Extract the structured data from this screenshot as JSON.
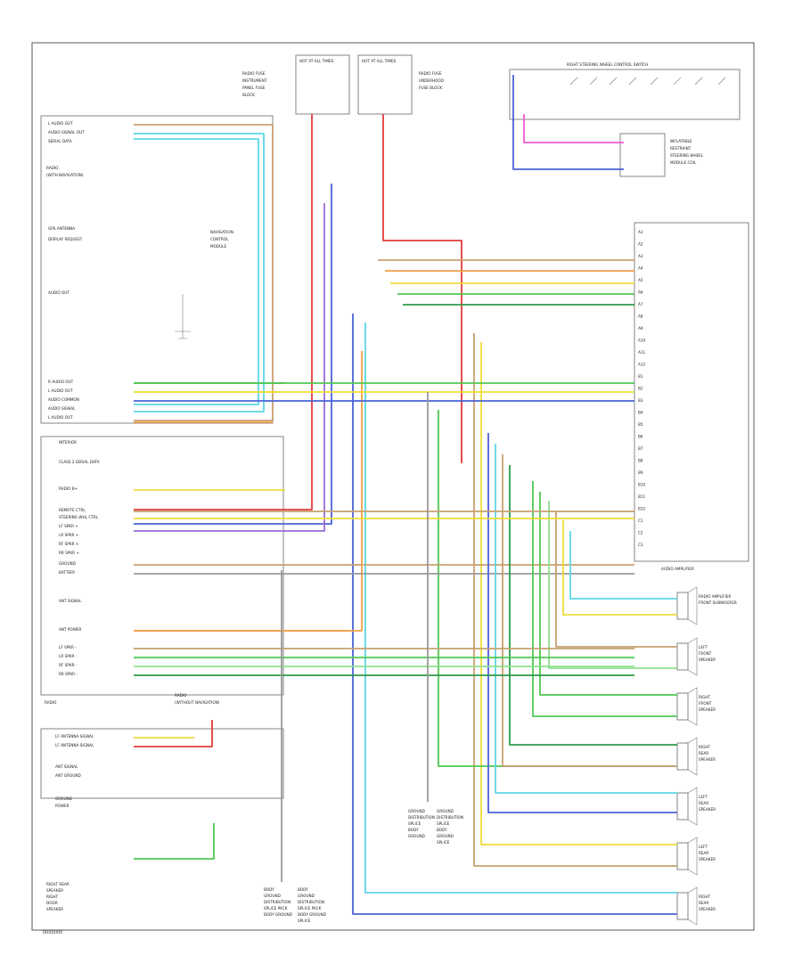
{
  "corner_code": "0000000",
  "top_fuse_blocks": [
    {
      "title": "HOT AT ALL TIMES",
      "side_lines": [
        "RADIO FUSE",
        "INSTRUMENT",
        "PANEL FUSE",
        "BLOCK"
      ]
    },
    {
      "title": "HOT AT ALL TIMES",
      "side_lines": [
        "RADIO FUSE",
        "UNDERHOOD",
        "FUSE BLOCK"
      ]
    }
  ],
  "steering_switch": {
    "title": "RIGHT STEERING WHEEL CONTROL SWITCH",
    "module_lines": [
      "INFLATABLE",
      "RESTRAINT",
      "STEERING WHEEL",
      "MODULE COIL"
    ]
  },
  "left_module": {
    "title_lines": [
      "RADIO",
      "(WITH NAVIGATION)"
    ],
    "footer": "RADIO",
    "subheader_lines": [
      "NAVIGATION",
      "CONTROL",
      "MODULE"
    ],
    "pins": [
      "L AUDIO OUT",
      "AUDIO SIGNAL OUT",
      "SERIAL DATA",
      "GPS ANTENNA",
      "DISPLAY REQUEST",
      "AUDIO OUT",
      "R AUDIO OUT",
      "L AUDIO OUT",
      "AUDIO COMMON",
      "AUDIO SIGNAL",
      "L AUDIO OUT"
    ]
  },
  "lower_module": {
    "pins": [
      "INTERIOR",
      "CLASS 2 SERIAL DATA",
      "RADIO B+",
      "REMOTE CTRL",
      "STEERING WHL CTRL",
      "LF SPKR +",
      "LR SPKR +",
      "RF SPKR +",
      "RR SPKR +",
      "GROUND",
      "BATTERY",
      "ANT SIGNAL",
      "ANT POWER",
      "LF SPKR -",
      "LR SPKR -",
      "RF SPKR -",
      "RR SPKR -"
    ]
  },
  "right_module": {
    "header": "AUDIO AMPLIFIER",
    "pins": [
      "A1",
      "A2",
      "A3",
      "A4",
      "A5",
      "A6",
      "A7",
      "A8",
      "A9",
      "A10",
      "A11",
      "A12",
      "B1",
      "B2",
      "B3",
      "B4",
      "B5",
      "B6",
      "B7",
      "B8",
      "B9",
      "B10",
      "B11",
      "B12",
      "C1",
      "C2",
      "C3"
    ]
  },
  "speakers": [
    {
      "label": "RADIO AMPLIFIER",
      "lines": [
        "FRONT SUBWOOFER"
      ]
    },
    {
      "label": "LEFT",
      "lines": [
        "FRONT",
        "SPEAKER"
      ]
    },
    {
      "label": "RIGHT",
      "lines": [
        "FRONT",
        "SPEAKER"
      ]
    },
    {
      "label": "RIGHT",
      "lines": [
        "REAR",
        "SPEAKER"
      ]
    },
    {
      "label": "LEFT",
      "lines": [
        "REAR",
        "SPEAKER"
      ]
    },
    {
      "label": "LEFT",
      "lines": [
        "REAR",
        "SPEAKER"
      ]
    },
    {
      "label": "RIGHT",
      "lines": [
        "REAR",
        "SPEAKER"
      ]
    }
  ],
  "antenna_block": {
    "title_lines": [
      "RADIO",
      "(WITHOUT NAVIGATION)"
    ],
    "pins": [
      "LF ANTENNA SIGNAL",
      "LF ANTENNA SIGNAL",
      "ANT SIGNAL",
      "ANT GROUND",
      "GROUND",
      "POWER"
    ]
  },
  "notes": {
    "ground_left": [
      "GROUND",
      "DISTRIBUTION",
      "SPLICE",
      "BODY",
      "GROUND"
    ],
    "ground_right": [
      "GROUND",
      "DISTRIBUTION",
      "SPLICE",
      "BODY",
      "GROUND",
      "SPLICE"
    ],
    "center_bottom": [
      "BODY",
      "GROUND",
      "DISTRIBUTION",
      "SPLICE PACK",
      "BODY GROUND"
    ],
    "center_bottom_right": [
      "BODY",
      "GROUND",
      "DISTRIBUTION",
      "SPLICE PACK",
      "BODY GROUND",
      "SPLICE"
    ],
    "left_bottom": [
      "RIGHT REAR",
      "SPEAKER",
      "RIGHT",
      "DOOR",
      "SPEAKER"
    ]
  },
  "wire_colors": {
    "red": "#e33b3b",
    "orange": "#f2a04a",
    "tan": "#c8a070",
    "brown": "#a0703a",
    "yellow": "#eedc3a",
    "green": "#52c752",
    "dkgreen": "#2e9a4a",
    "ltgreen": "#8ee08e",
    "blue": "#4a63d6",
    "ltblue": "#5fd6e6",
    "pink": "#ef5bd3",
    "purple": "#9a6bd6",
    "gray": "#9a9a9a",
    "black": "#333333",
    "white": "#dddddd"
  }
}
